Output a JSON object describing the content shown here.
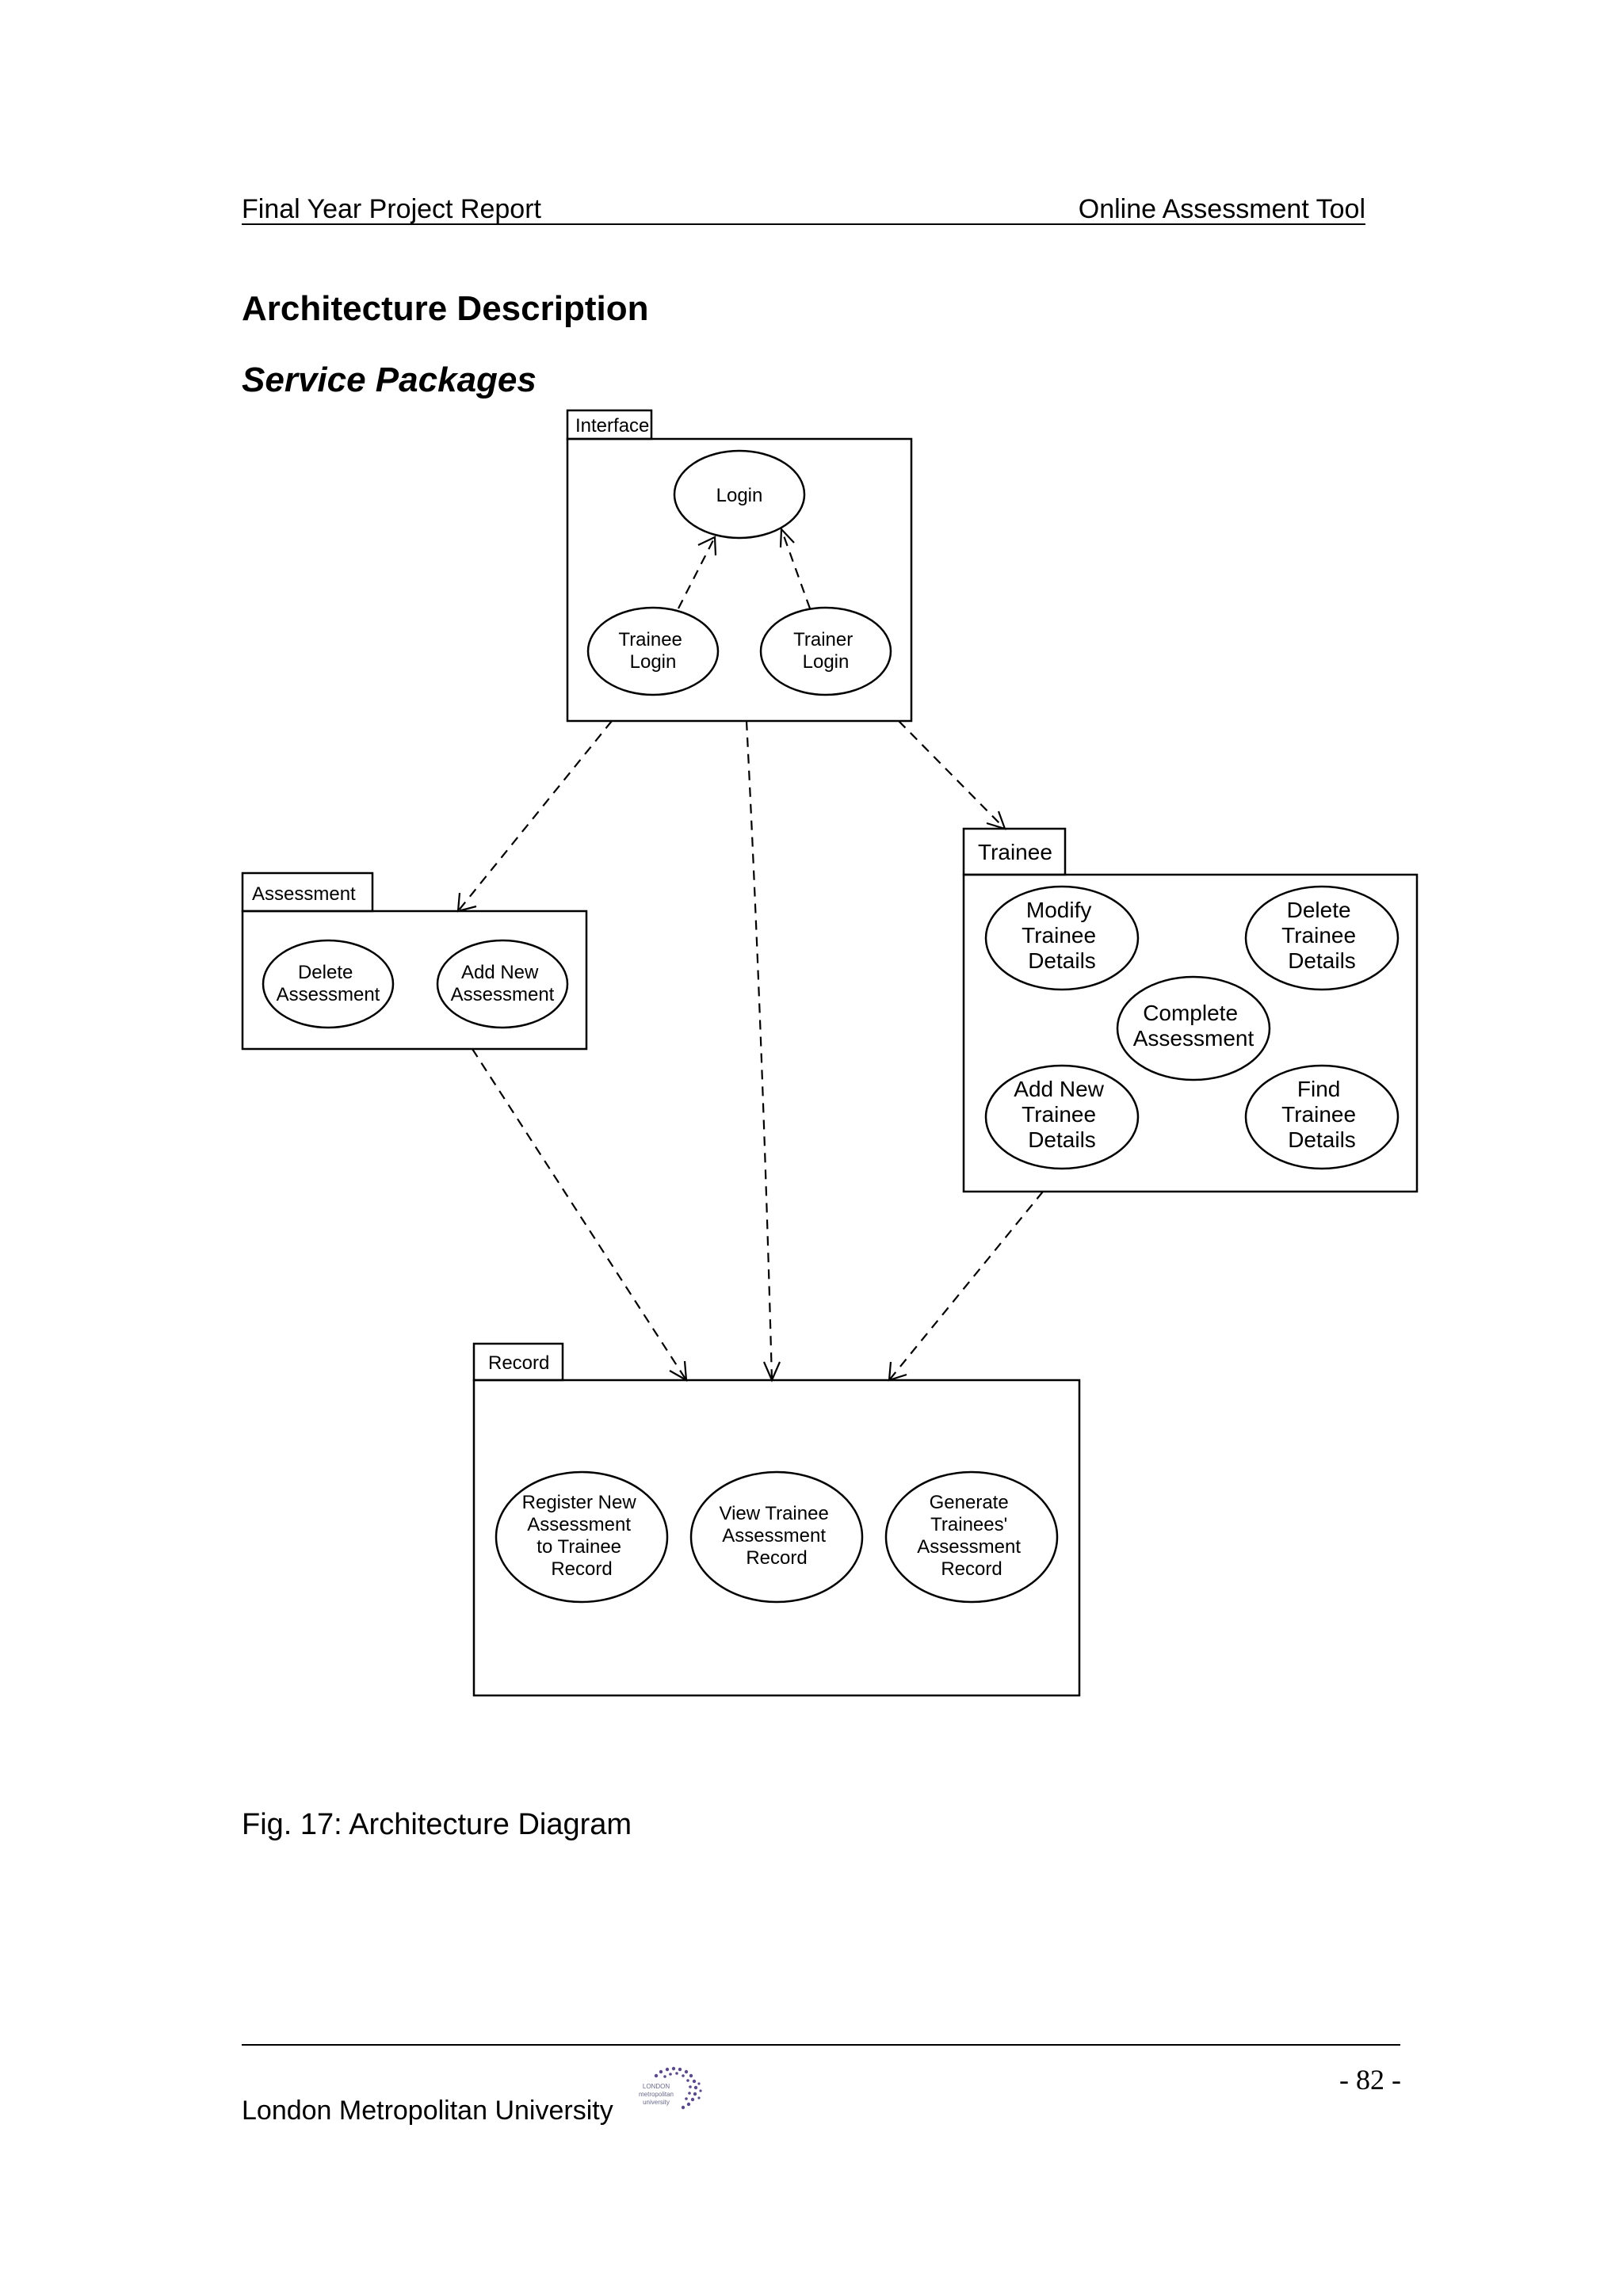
{
  "header": {
    "left": "Final Year Project Report",
    "right": "Online Assessment Tool"
  },
  "section_title": "Architecture Description",
  "subsection_title": "Service Packages",
  "diagram": {
    "packages": {
      "interface": {
        "tab": "Interface",
        "use_cases": {
          "login": [
            "Login"
          ],
          "trainee_login": [
            "Trainee",
            "Login"
          ],
          "trainer_login": [
            "Trainer",
            "Login"
          ]
        }
      },
      "assessment": {
        "tab": "Assessment",
        "use_cases": {
          "delete_assessment": [
            "Delete",
            "Assessment"
          ],
          "add_new_assessment": [
            "Add New",
            "Assessment"
          ]
        }
      },
      "trainee": {
        "tab": "Trainee",
        "use_cases": {
          "modify_trainee_details": [
            "Modify",
            "Trainee",
            "Details"
          ],
          "delete_trainee_details": [
            "Delete",
            "Trainee",
            "Details"
          ],
          "complete_assessment": [
            "Complete",
            "Assessment"
          ],
          "add_new_trainee_details": [
            "Add New",
            "Trainee",
            "Details"
          ],
          "find_trainee_details": [
            "Find",
            "Trainee",
            "Details"
          ]
        }
      },
      "record": {
        "tab": "Record",
        "use_cases": {
          "register_new_assessment": [
            "Register New",
            "Assessment",
            "to Trainee",
            "Record"
          ],
          "view_trainee_assessment_record": [
            "View Trainee",
            "Assessment",
            "Record"
          ],
          "generate_trainees_assessment_record": [
            "Generate",
            "Trainees'",
            "Assessment",
            "Record"
          ]
        }
      }
    }
  },
  "caption": "Fig. 17: Architecture Diagram",
  "footer": {
    "left": "London Metropolitan University",
    "page_number": "- 82 -",
    "logo_text": [
      "LONDON",
      "metropolitan",
      "university"
    ]
  }
}
